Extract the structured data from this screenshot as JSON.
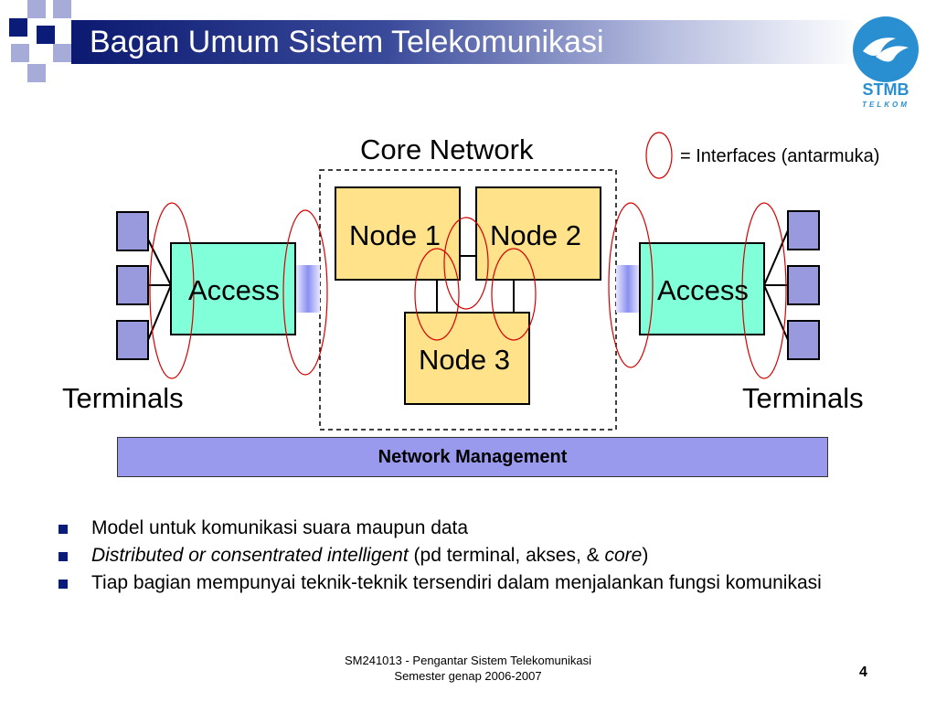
{
  "header": {
    "title": "Bagan Umum Sistem Telekomunikasi",
    "logo_text": "STMB",
    "logo_subtext": "TELKOM",
    "colors": {
      "navy": "#0b1c78",
      "logo_blue": "#2a8fd0"
    }
  },
  "diagram": {
    "core_network_label": "Core Network",
    "interfaces_legend": "= Interfaces (antarmuka)",
    "nodes": [
      "Node 1",
      "Node 2",
      "Node 3"
    ],
    "access_left": "Access",
    "access_right": "Access",
    "terminals_left": "Terminals",
    "terminals_right": "Terminals",
    "network_management": "Network Management",
    "colors": {
      "node": "#ffe28a",
      "access": "#80ffd8",
      "terminal": "#9999dd",
      "management": "#9999ee",
      "interface": "#d40000"
    }
  },
  "bullets": [
    {
      "plain": "Model untuk komunikasi suara maupun data"
    },
    {
      "italic1": "Distributed or consentrated intelligent",
      "mid": " (pd terminal, akses, & ",
      "italic2": "core",
      "end": ")"
    },
    {
      "plain": "Tiap bagian mempunyai teknik-teknik tersendiri dalam menjalankan fungsi komunikasi"
    }
  ],
  "footer": {
    "line1": "SM241013 - Pengantar Sistem Telekomunikasi",
    "line2": "Semester genap 2006-2007",
    "page_number": "4"
  }
}
